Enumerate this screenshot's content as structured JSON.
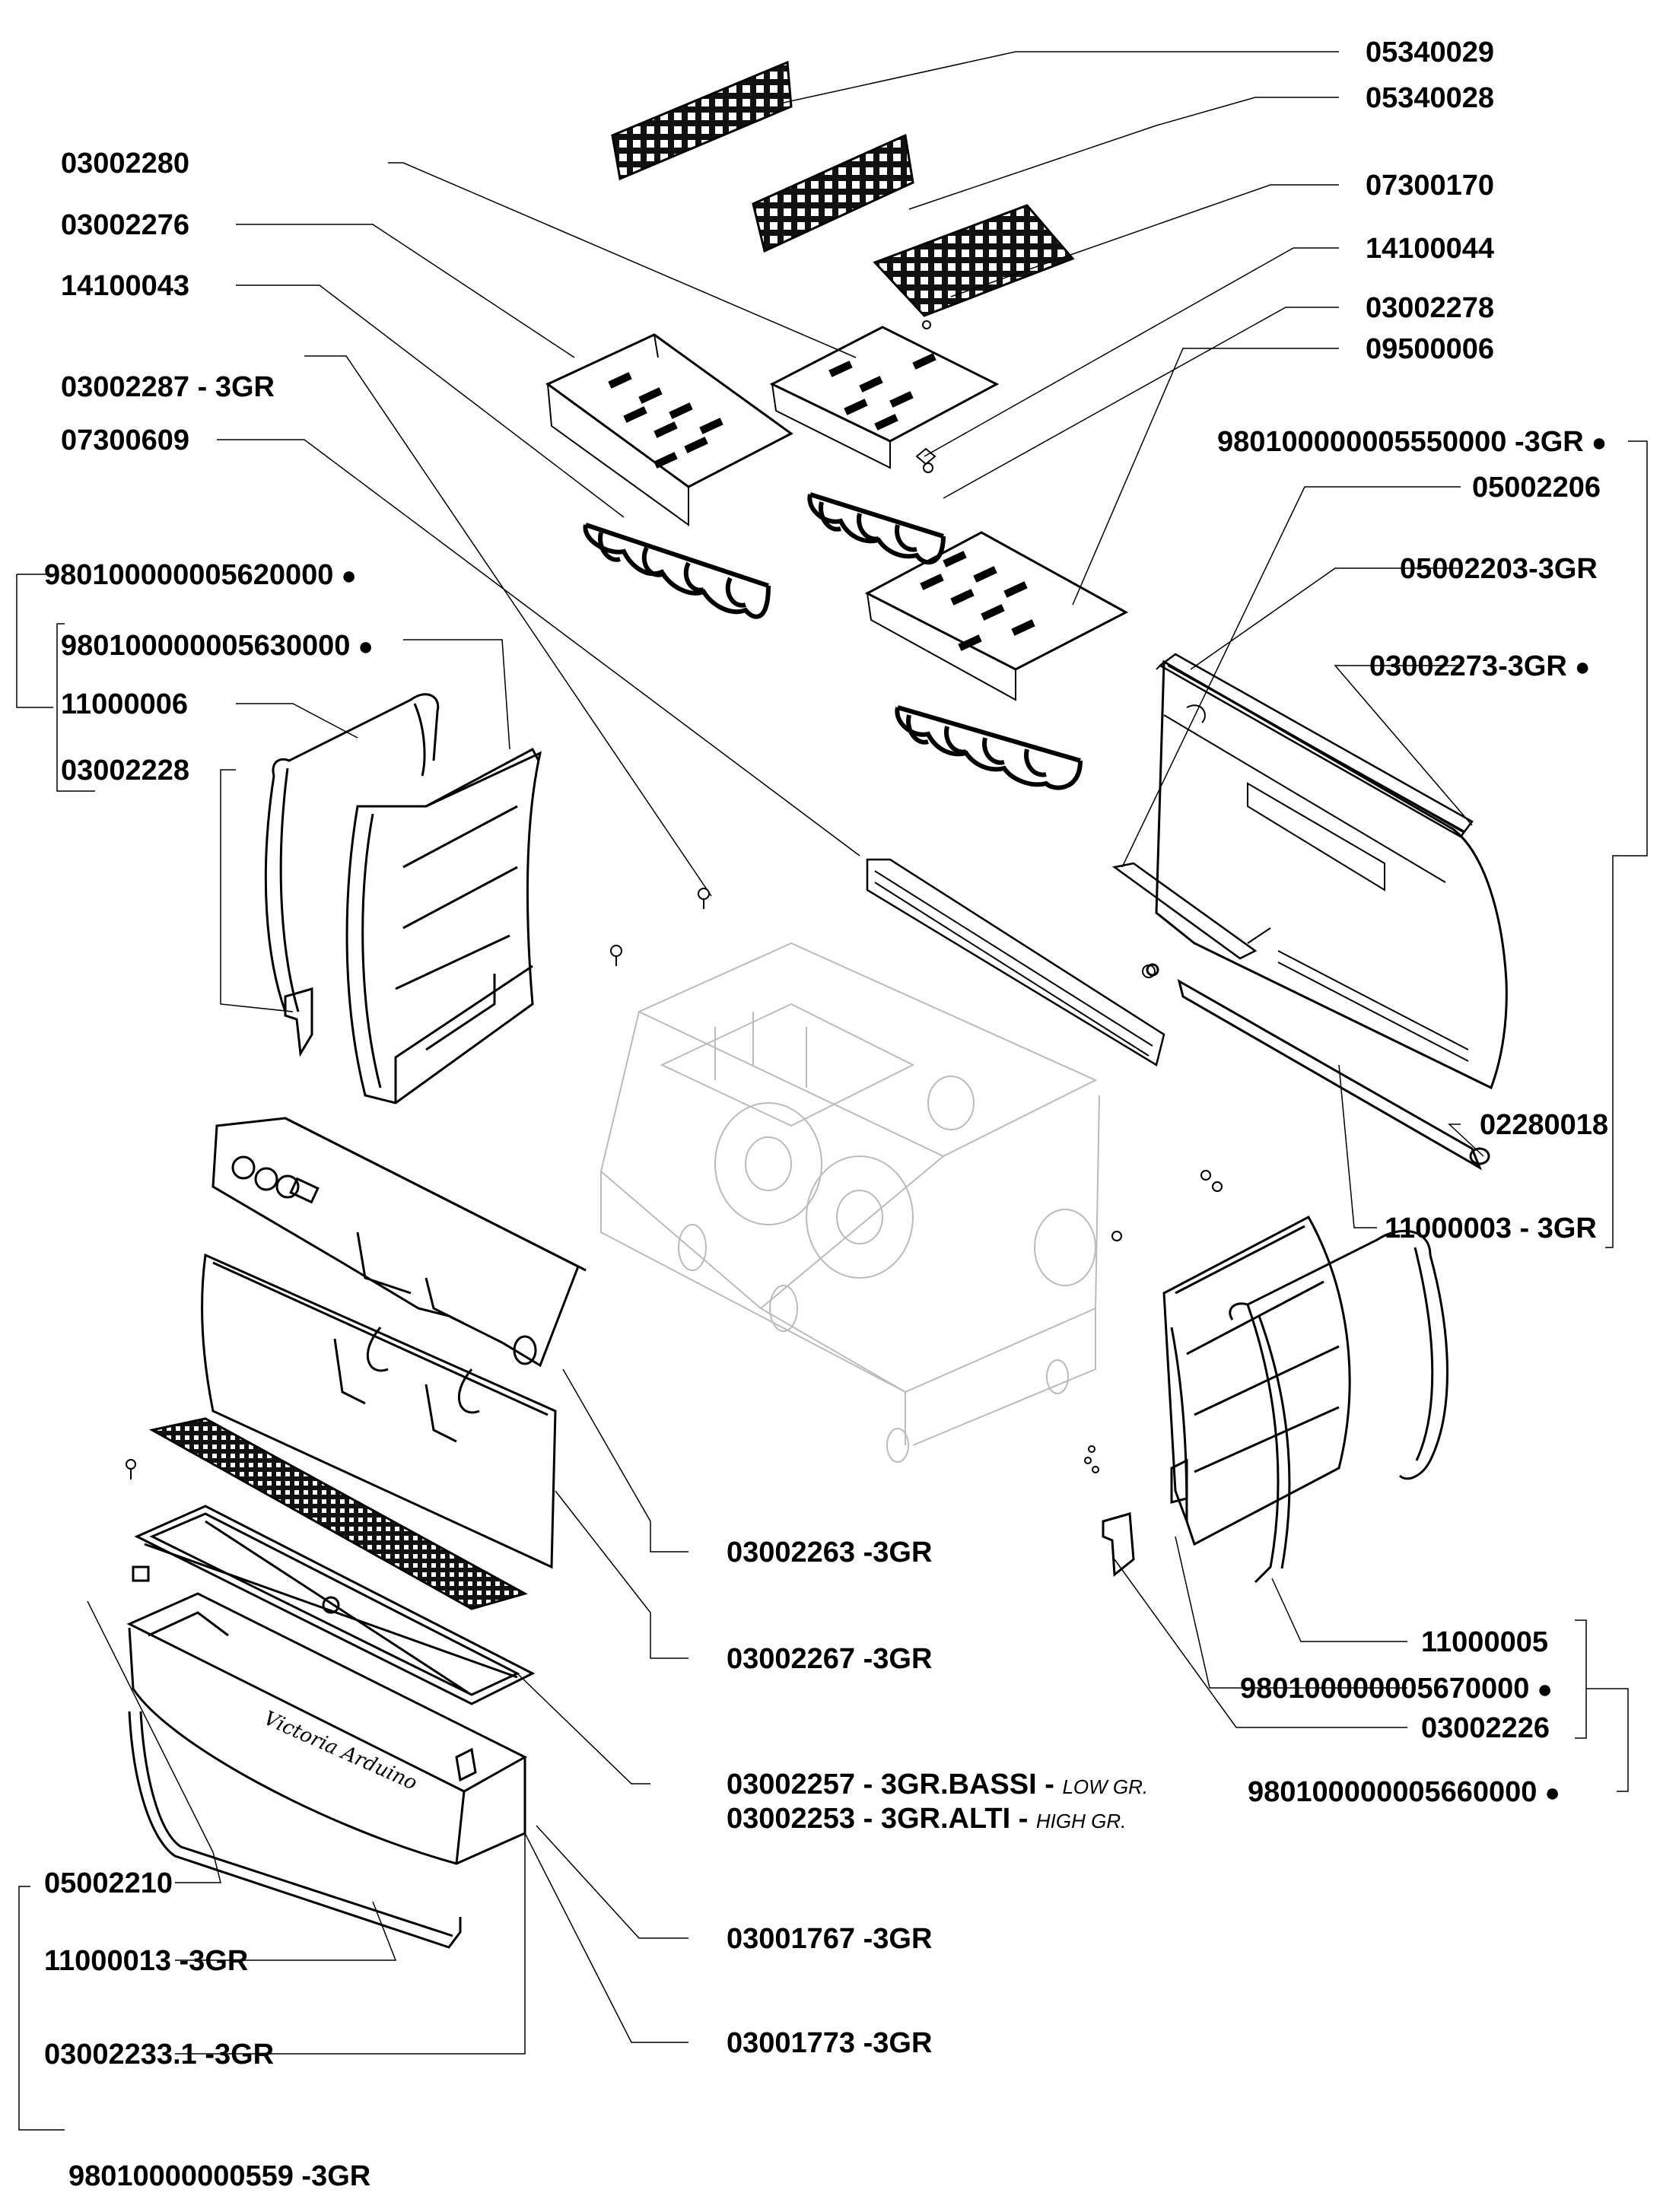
{
  "labels": {
    "p05340029": "05340029",
    "p05340028": "05340028",
    "p03002280": "03002280",
    "p07300170": "07300170",
    "p03002276": "03002276",
    "p14100044": "14100044",
    "p14100043": "14100043",
    "p03002278": "03002278",
    "p09500006": "09500006",
    "p03002287": "03002287 - 3GR",
    "p07300609": "07300609",
    "p98555": "980100000005550000 -3GR",
    "p05002206": "05002206",
    "p98562": "980100000005620000",
    "p05002203": "05002203-3GR",
    "p98563": "980100000005630000",
    "p03002273": "03002273-3GR",
    "p11000006": "11000006",
    "p03002228": "03002228",
    "p02280018": "02280018",
    "p11000003": "11000003 - 3GR",
    "p03002263": "03002263 -3GR",
    "p03002267": "03002267 -3GR",
    "p11000005": "11000005",
    "p98567": "980100000005670000",
    "p03002226": "03002226",
    "p98566": "980100000005660000",
    "p03002257": "03002257 - 3GR.BASSI - ",
    "p03002257_note": "LOW GR.",
    "p03002253": "03002253 - 3GR.ALTI - ",
    "p03002253_note": "HIGH GR.",
    "p05002210": "05002210",
    "p03001767": "03001767 -3GR",
    "p11000013": "11000013 -3GR",
    "p03001773": "03001773 -3GR",
    "p03002233": "03002233.1 -3GR",
    "p98559": "98010000000559 -3GR",
    "dot": "●"
  },
  "engraving": "Victoria Arduino"
}
